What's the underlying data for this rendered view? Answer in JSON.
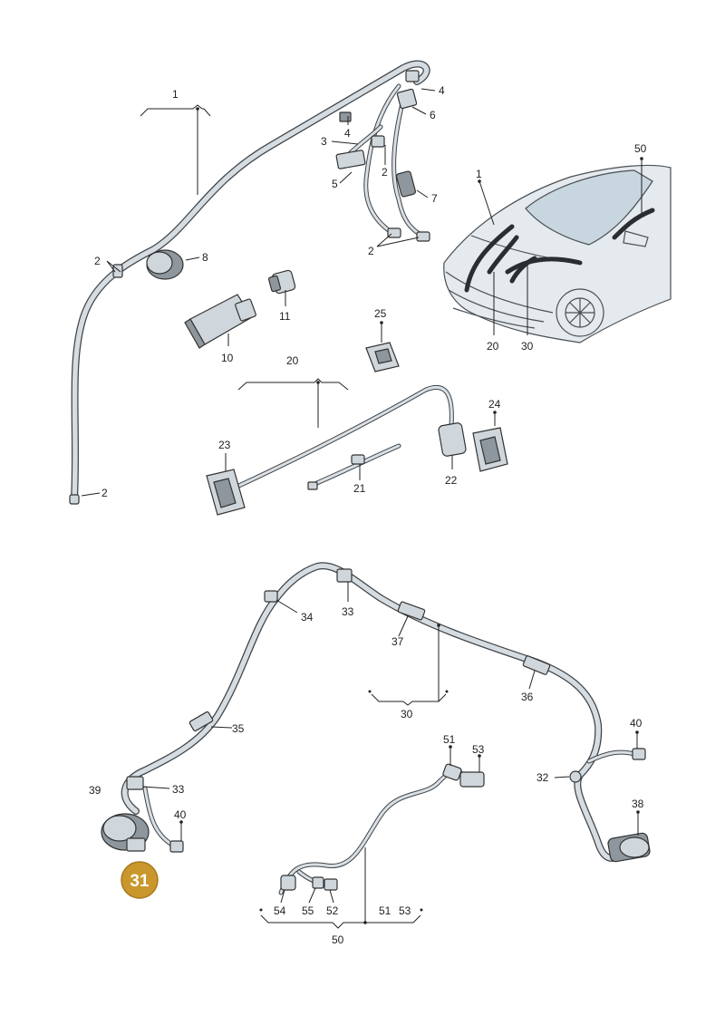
{
  "labels": {
    "p1_top": "1",
    "p4_top": "4",
    "p6": "6",
    "p4_mid": "4",
    "p3": "3",
    "p2_mid": "2",
    "p5": "5",
    "p7": "7",
    "p2_bottom": "2",
    "p2_left": "2",
    "p8": "8",
    "p2_end": "2",
    "p11": "11",
    "p10": "10",
    "p50_car": "50",
    "p1_car": "1",
    "p20_car": "20",
    "p30_car": "30",
    "p25": "25",
    "p20": "20",
    "p24": "24",
    "p23": "23",
    "p21": "21",
    "p22": "22",
    "p34": "34",
    "p33_top": "33",
    "p37": "37",
    "p36": "36",
    "p30": "30",
    "p35": "35",
    "p40_right": "40",
    "p32": "32",
    "p38": "38",
    "p39": "39",
    "p33_left": "33",
    "p40_left": "40",
    "p51": "51",
    "p53": "53",
    "p54": "54",
    "p55": "55",
    "p52": "52",
    "p51_bottom": "51",
    "p53_bottom": "53",
    "p50": "50"
  },
  "badge": {
    "number": "31",
    "color": "#c9972b"
  },
  "colors": {
    "wire_outline": "#3f4347",
    "wire_fill": "#d6dde2",
    "badge": "#c9972b"
  }
}
